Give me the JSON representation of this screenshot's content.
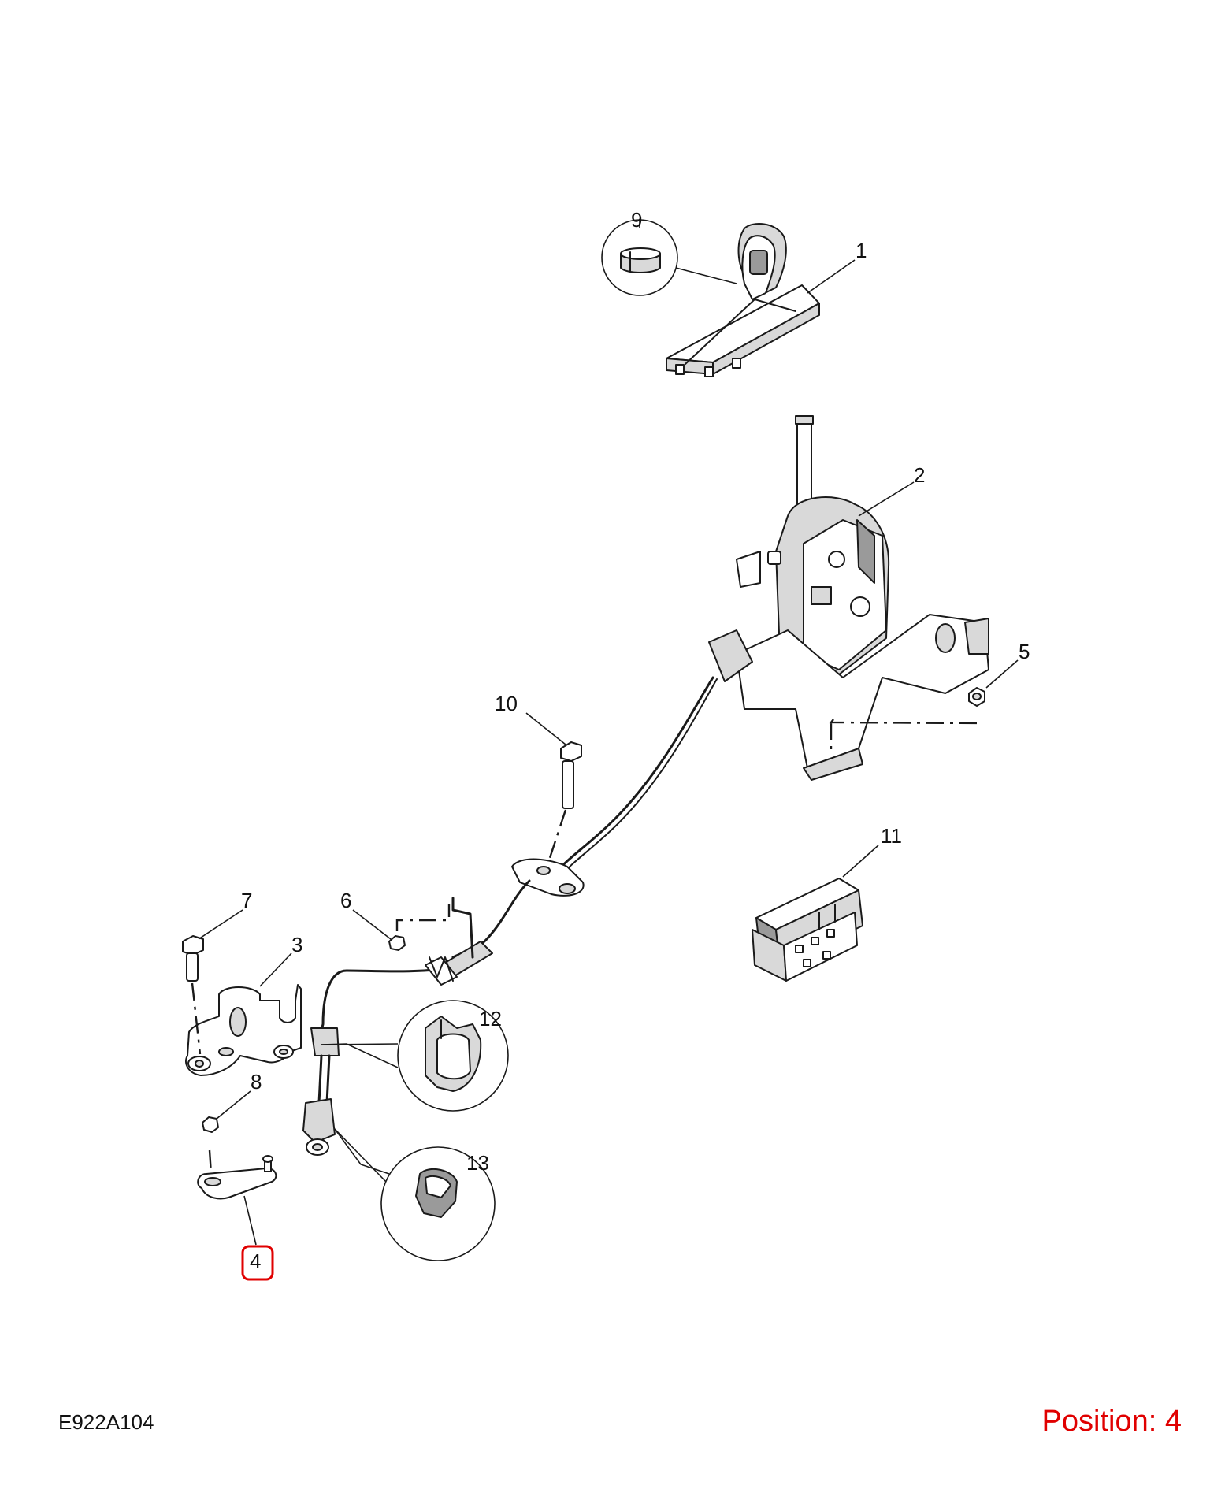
{
  "diagram": {
    "reference_code": "E922A104",
    "position_label": "Position: 4",
    "highlight_color": "#e00000",
    "callouts": {
      "c1": "1",
      "c2": "2",
      "c3": "3",
      "c4": "4",
      "c5": "5",
      "c6": "6",
      "c7": "7",
      "c8": "8",
      "c9": "9",
      "c10": "10",
      "c11": "11",
      "c12": "12",
      "c13": "13"
    },
    "highlighted_callout": "4"
  }
}
